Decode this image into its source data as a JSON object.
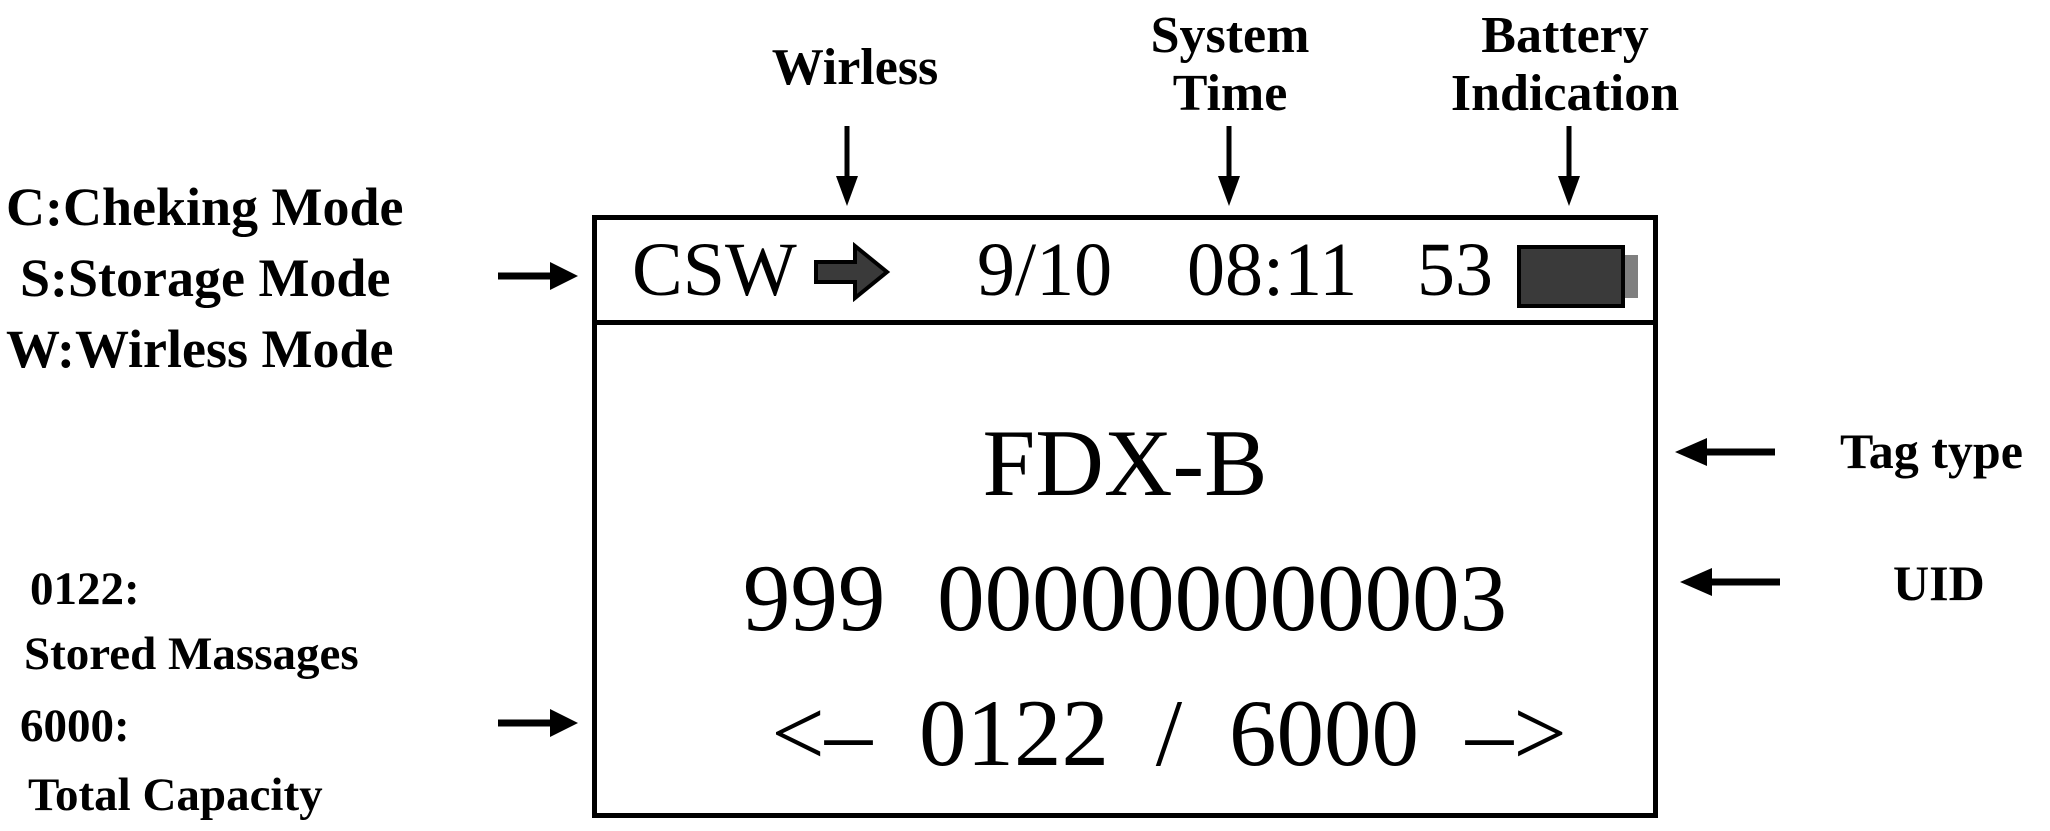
{
  "annotations": {
    "wireless_label": "Wirless",
    "system_time_label": {
      "line1": "System",
      "line2": "Time"
    },
    "battery_label": {
      "line1": "Battery",
      "line2": "Indication"
    },
    "mode_legend": {
      "checking": "C:Cheking Mode",
      "storage": "S:Storage Mode",
      "wireless": "W:Wirless Mode"
    },
    "storage_legend": {
      "stored_value": "0122:",
      "stored_label": "Stored Massages",
      "capacity_value": "6000:",
      "capacity_label": "Total Capacity"
    },
    "tag_type_label": "Tag type",
    "uid_label": "UID"
  },
  "display": {
    "status_bar": {
      "modes": "CSW",
      "date": "9/10",
      "time": "08:11",
      "battery_percent": "53"
    },
    "tag_type": "FDX-B",
    "uid_country": "999",
    "uid_number": "000000000003",
    "counter": {
      "left": "<–",
      "stored": "0122",
      "divider": "/",
      "total": "6000",
      "right": "–>"
    }
  },
  "icons": {
    "wireless_icon": "solid-right-block-arrow",
    "battery_icon": "battery-level-full",
    "pointer_icons": "thin-black-arrows"
  },
  "colors": {
    "ink": "#000000",
    "icon_fill": "#3a3a3a",
    "battery_nub": "#7f7f7f",
    "background": "#ffffff"
  }
}
